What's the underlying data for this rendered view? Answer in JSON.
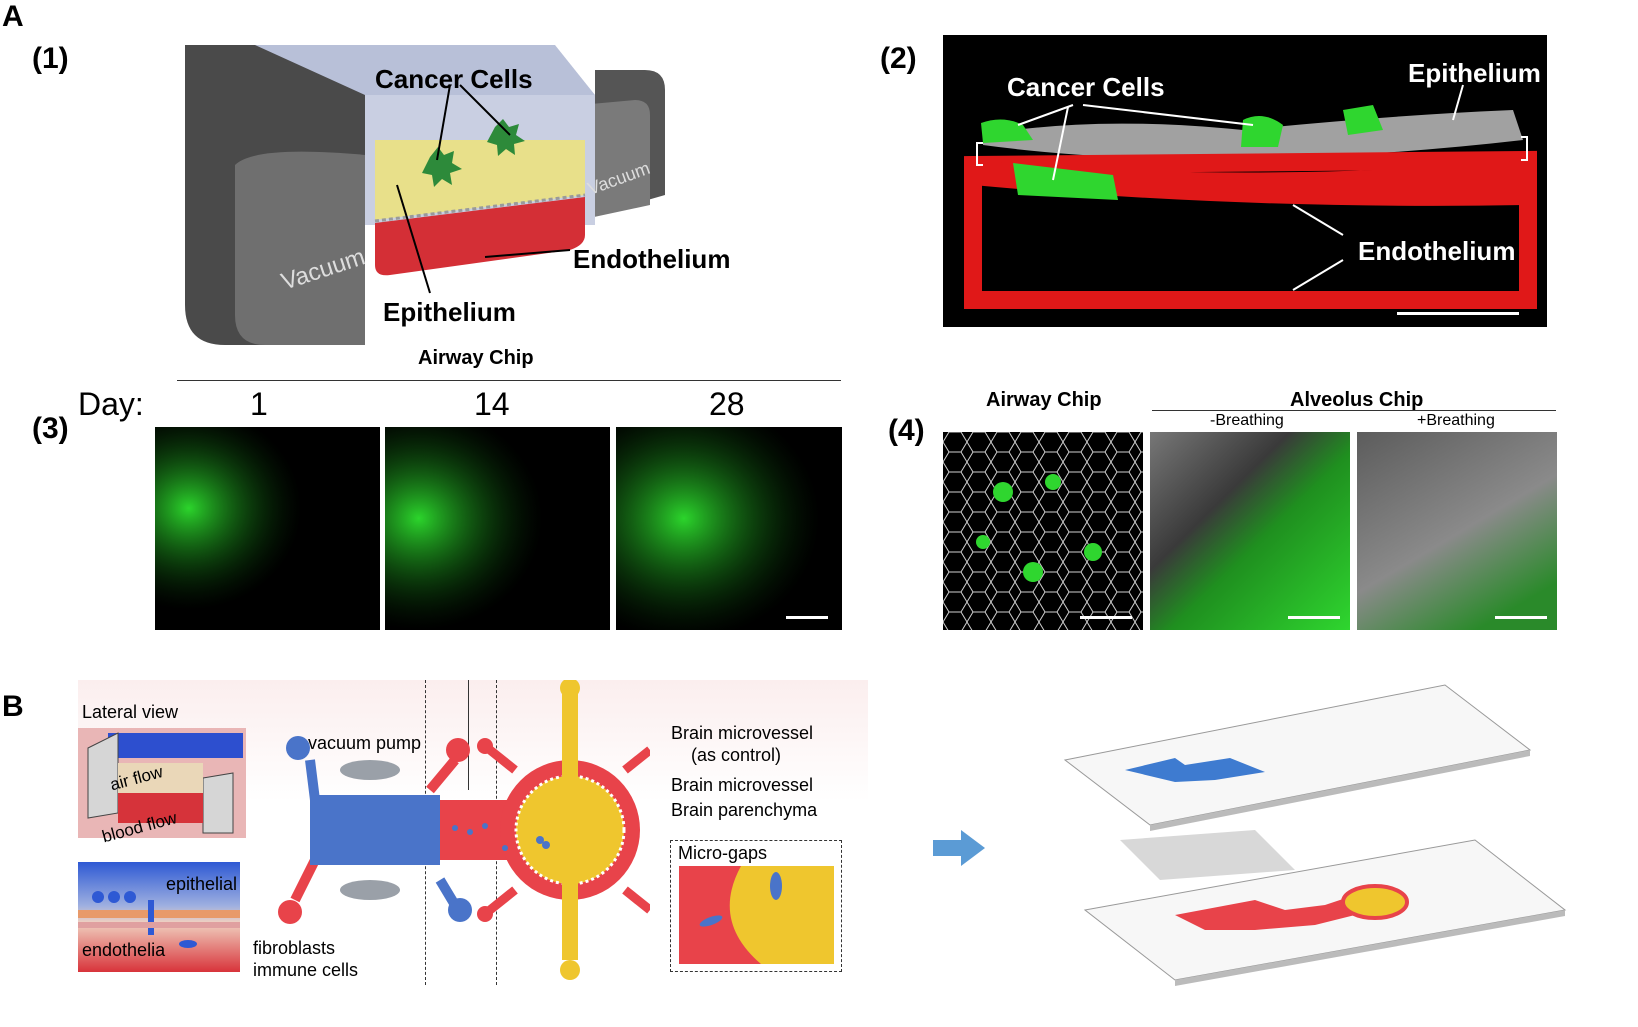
{
  "panel_A": {
    "letter": "A",
    "sub1": {
      "label": "(1)",
      "cancer_cells": "Cancer Cells",
      "endothelium": "Endothelium",
      "epithelium": "Epithelium",
      "vacuum_left": "Vacuum",
      "vacuum_right": "Vacuum"
    },
    "sub2": {
      "label": "(2)",
      "cancer_cells": "Cancer Cells",
      "epithelium": "Epithelium",
      "endothelium": "Endothelium"
    },
    "sub3": {
      "label": "(3)",
      "header": "Airway Chip",
      "day_label": "Day:",
      "days": [
        "1",
        "14",
        "28"
      ]
    },
    "sub4": {
      "label": "(4)",
      "airway_header": "Airway Chip",
      "alveolus_header": "Alveolus Chip",
      "minus_breathing": "-Breathing",
      "plus_breathing": "+Breathing"
    }
  },
  "panel_B": {
    "letter": "B",
    "lateral_view": "Lateral view",
    "air_flow": "air flow",
    "blood_flow": "blood flow",
    "epithelial": "epithelial",
    "endothelia": "endothelia",
    "fibroblasts": "fibroblasts",
    "immune_cells": "immune cells",
    "vacuum_pump": "vacuum pump",
    "brain_microvessel_control_1": "Brain microvessel",
    "brain_microvessel_control_2": "(as control)",
    "brain_microvessel": "Brain microvessel",
    "brain_parenchyma": "Brain parenchyma",
    "micro_gaps": "Micro-gaps",
    "colors": {
      "blue": "#4a74c9",
      "red": "#e8434a",
      "yellow": "#efc62e",
      "arrow": "#5b9bd5"
    }
  }
}
